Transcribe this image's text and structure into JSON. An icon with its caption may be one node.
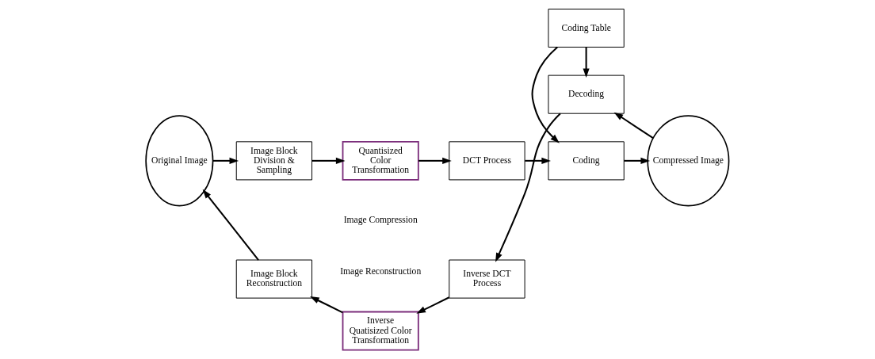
{
  "diagram": {
    "nodes": [
      {
        "text": [
          "Original Image"
        ]
      },
      {
        "text": [
          "Image Block Division & Sampling"
        ]
      },
      {
        "text": [
          "Quantisized Color Transformation"
        ]
      },
      {
        "text": [
          "DCT Process"
        ]
      },
      {
        "text": [
          "Coding"
        ]
      },
      {
        "text": [
          "Compressed Image"
        ]
      },
      {
        "text": [
          "Coding Table"
        ]
      },
      {
        "text": [
          "Decoding"
        ]
      },
      {
        "text": [
          "Inverse DCT Process"
        ]
      },
      {
        "text": [
          "Inverse Quatisized Color Transformation"
        ]
      },
      {
        "text": [
          "Image Block Reconstruction"
        ]
      }
    ],
    "edges": [
      {
        "from": 0,
        "to": 1,
        "arrow": "to"
      },
      {
        "from": 1,
        "to": 2,
        "arrow": "to"
      },
      {
        "from": 2,
        "to": 3,
        "arrow": "to"
      },
      {
        "from": 3,
        "to": 4,
        "arrow": "to"
      },
      {
        "from": 4,
        "to": 5,
        "arrow": "to"
      },
      {
        "from": 6,
        "to": 4,
        "arrow": "to"
      },
      {
        "from": 6,
        "to": 7,
        "arrow": "to"
      },
      {
        "from": 5,
        "to": 7,
        "arrow": "to"
      },
      {
        "from": 7,
        "to": 8,
        "arrow": "to"
      },
      {
        "from": 8,
        "to": 9,
        "arrow": "to"
      },
      {
        "from": 9,
        "to": 10,
        "arrow": "to"
      },
      {
        "from": 10,
        "to": 0,
        "arrow": "to"
      }
    ],
    "labels": [
      "Image Compression",
      "Image Reconstruction"
    ]
  }
}
